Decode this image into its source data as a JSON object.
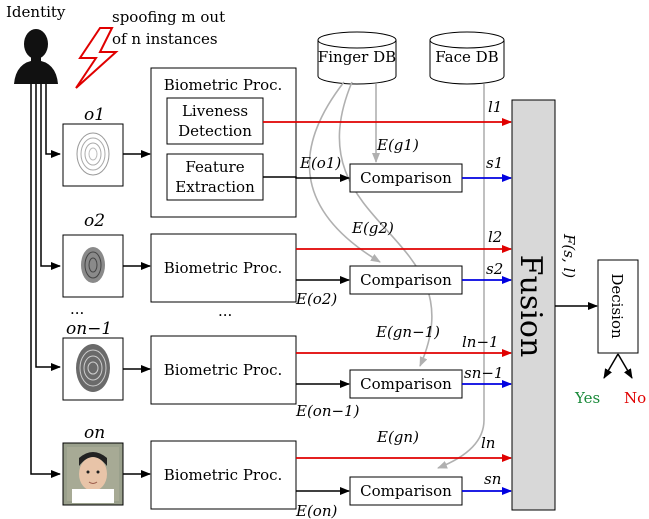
{
  "identity": {
    "label": "Identity"
  },
  "spoof": {
    "line1": "spoofing m out",
    "line2": "of n instances"
  },
  "databases": [
    {
      "label": "Finger DB"
    },
    {
      "label": "Face DB"
    }
  ],
  "observations": {
    "o1": "o1",
    "o2": "o2",
    "ellipsis": "...",
    "o_nm1": "on−1",
    "o_n": "on"
  },
  "biometric_proc_label": "Biometric Proc.",
  "liveness_label_1": "Liveness",
  "liveness_label_2": "Detection",
  "feature_label_1": "Feature",
  "feature_label_2": "Extraction",
  "comparison_label": "Comparison",
  "middle_ellipsis": "...",
  "templates": {
    "g1": "E(g1)",
    "g2": "E(g2)",
    "gnm1": "E(gn−1)",
    "gn": "E(gn)"
  },
  "features": {
    "o1": "E(o1)",
    "o2": "E(o2)",
    "onm1": "E(on−1)",
    "on": "E(on)"
  },
  "liveness_scores": {
    "l1": "l1",
    "l2": "l2",
    "lnm1": "ln−1",
    "ln": "ln"
  },
  "match_scores": {
    "s1": "s1",
    "s2": "s2",
    "snm1": "sn−1",
    "sn": "sn"
  },
  "fusion": {
    "label": "Fusion",
    "output": "F(s, l)"
  },
  "decision": {
    "label": "Decision",
    "yes": "Yes",
    "no": "No"
  },
  "colors": {
    "liveness": "#e00000",
    "score": "#0000e0",
    "db_arrow": "#b0b0b0",
    "fusion_bg": "#d8d8d8",
    "yes": "#1a8a3a",
    "no": "#e00000"
  }
}
